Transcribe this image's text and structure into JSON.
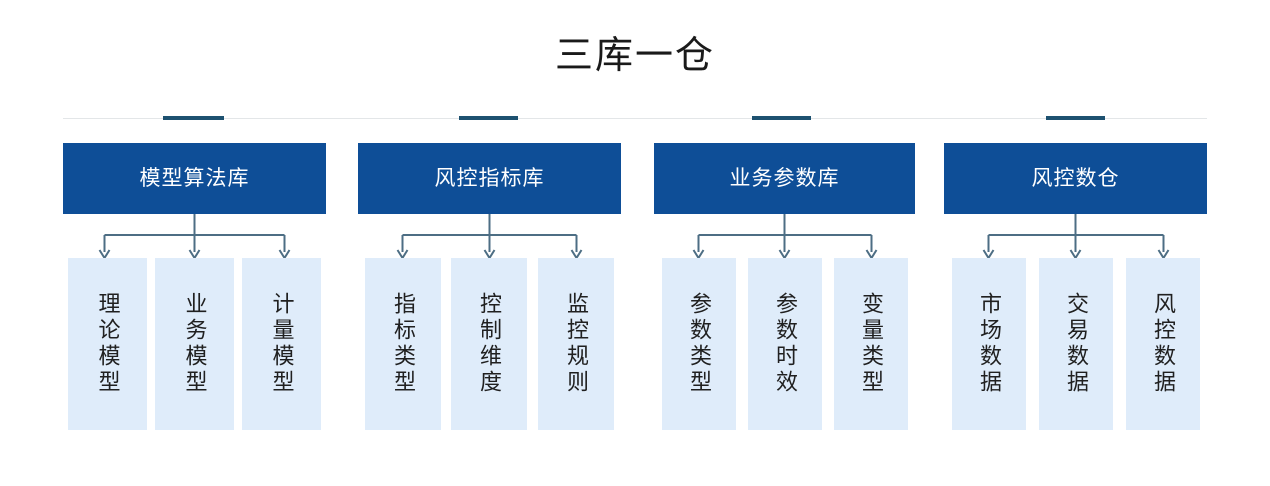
{
  "page": {
    "title": "三库一仓",
    "background_color": "#ffffff",
    "accent_color": "#1d5170",
    "header_color": "#0e4e97",
    "leaf_color": "#dfecfa",
    "connector_color": "#4d6e84",
    "rule_color": "#e3e6e8"
  },
  "diagram": {
    "type": "hierarchy",
    "groups": [
      {
        "id": "model-algorithm-library",
        "header": "模型算法库",
        "leaves": [
          "理论模型",
          "业务模型",
          "计量模型"
        ]
      },
      {
        "id": "risk-indicator-library",
        "header": "风控指标库",
        "leaves": [
          "指标类型",
          "控制维度",
          "监控规则"
        ]
      },
      {
        "id": "business-parameter-library",
        "header": "业务参数库",
        "leaves": [
          "参数类型",
          "参数时效",
          "变量类型"
        ]
      },
      {
        "id": "risk-data-warehouse",
        "header": "风控数仓",
        "leaves": [
          "市场数据",
          "交易数据",
          "风控数据"
        ]
      }
    ]
  }
}
